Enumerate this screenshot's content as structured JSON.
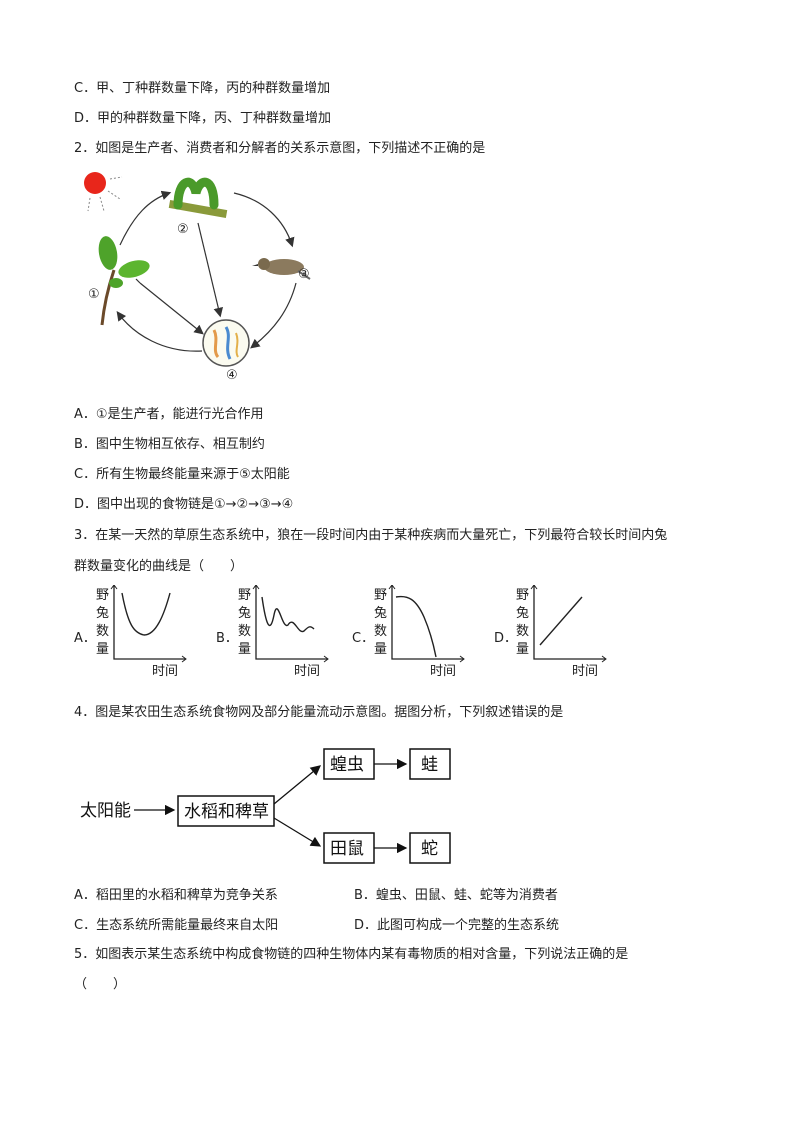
{
  "q1": {
    "options": {
      "C": "C．甲、丁种群数量下降，丙的种群数量增加",
      "D": "D．甲的种群数量下降，丙、丁种群数量增加"
    }
  },
  "q2": {
    "stem": "2．如图是生产者、消费者和分解者的关系示意图，下列描述不正确的是",
    "figure_labels": [
      "①",
      "②",
      "③",
      "④"
    ],
    "options": {
      "A": "A．①是生产者，能进行光合作用",
      "B": "B．图中生物相互依存、相互制约",
      "C": "C．所有生物最终能量来源于⑤太阳能",
      "D": "D．图中出现的食物链是①→②→③→④"
    }
  },
  "q3": {
    "stem_line1": "3．在某一天然的草原生态系统中，狼在一段时间内由于某种疾病而大量死亡，下列最符合较长时间内兔",
    "stem_line2": "群数量变化的曲线是（　　）",
    "charts": [
      {
        "label": "A．",
        "ylabel": [
          "野",
          "兔",
          "数",
          "量"
        ],
        "xlabel": "时间"
      },
      {
        "label": "B．",
        "ylabel": [
          "野",
          "兔",
          "数",
          "量"
        ],
        "xlabel": "时间"
      },
      {
        "label": "C．",
        "ylabel": [
          "野",
          "兔",
          "数",
          "量"
        ],
        "xlabel": "时间"
      },
      {
        "label": "D．",
        "ylabel": [
          "野",
          "兔",
          "数",
          "量"
        ],
        "xlabel": "时间"
      }
    ]
  },
  "q4": {
    "stem": "4．图是某农田生态系统食物网及部分能量流动示意图。据图分析，下列叙述错误的是",
    "diagram": {
      "source": "太阳能",
      "producer": "水稻和稗草",
      "consumer_top_1": "蝗虫",
      "consumer_top_2": "蛙",
      "consumer_bottom_1": "田鼠",
      "consumer_bottom_2": "蛇"
    },
    "options": {
      "A": "A．稻田里的水稻和稗草为竞争关系",
      "B": "B．蝗虫、田鼠、蛙、蛇等为消费者",
      "C": "C．生态系统所需能量最终来自太阳",
      "D": "D．此图可构成一个完整的生态系统"
    }
  },
  "q5": {
    "stem": "5．如图表示某生态系统中构成食物链的四种生物体内某有毒物质的相对含量，下列说法正确的是",
    "stem_line2": "（　　）"
  }
}
